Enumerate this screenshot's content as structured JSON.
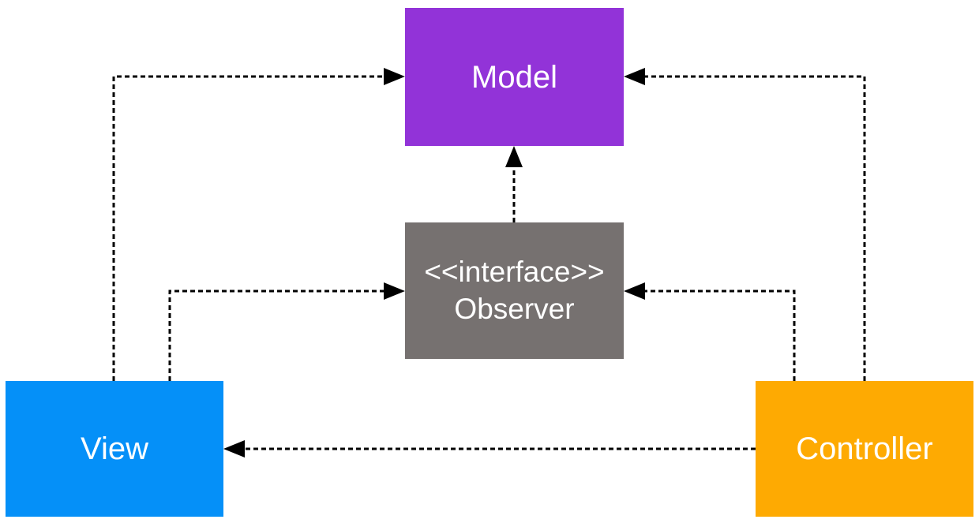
{
  "diagram": {
    "nodes": {
      "model": {
        "label": "Model",
        "fill": "#9233d8",
        "text_color": "#ffffff"
      },
      "observer": {
        "stereotype": "<<interface>>",
        "label": "Observer",
        "fill": "#767170",
        "text_color": "#ffffff"
      },
      "view": {
        "label": "View",
        "fill": "#0590f8",
        "text_color": "#ffffff"
      },
      "controller": {
        "label": "Controller",
        "fill": "#feaa02",
        "text_color": "#ffffff"
      }
    },
    "edges": [
      {
        "from": "View",
        "to": "Model",
        "style": "dashed-arrow"
      },
      {
        "from": "View",
        "to": "Observer",
        "style": "dashed-arrow"
      },
      {
        "from": "Observer",
        "to": "Model",
        "style": "dashed-arrow"
      },
      {
        "from": "Controller",
        "to": "Model",
        "style": "dashed-arrow"
      },
      {
        "from": "Controller",
        "to": "Observer",
        "style": "dashed-arrow"
      },
      {
        "from": "Controller",
        "to": "View",
        "style": "dashed-arrow"
      }
    ]
  }
}
